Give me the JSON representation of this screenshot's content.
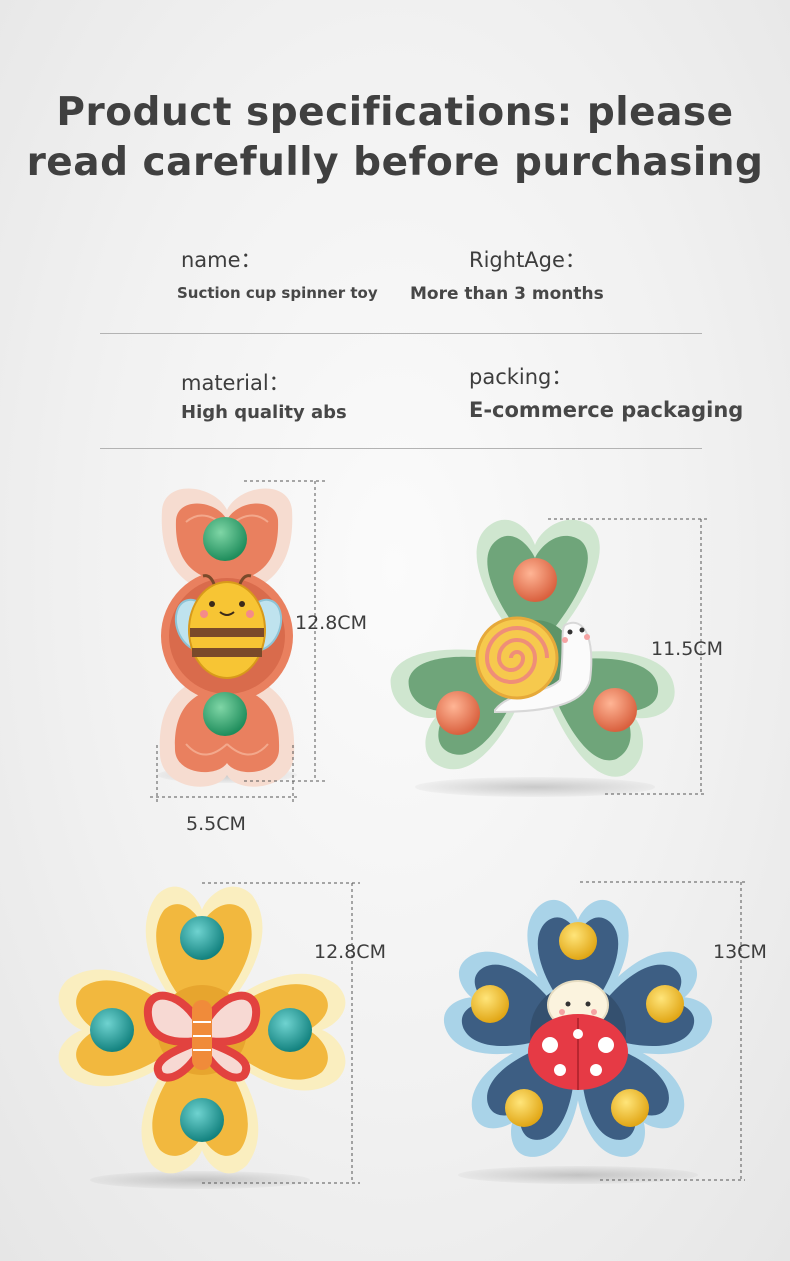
{
  "title": {
    "line1": "Product specifications: please",
    "line2": "read carefully before purchasing"
  },
  "specs": {
    "name_label": "name：",
    "name_value": "Suction cup spinner toy",
    "age_label": "RightAge：",
    "age_value": "More than 3 months",
    "material_label": "material：",
    "material_value": "High quality abs",
    "packing_label": "packing：",
    "packing_value": "E-commerce packaging"
  },
  "products": {
    "bee": {
      "height": "12.8CM",
      "width": "5.5CM",
      "petal_color": "#e9805f",
      "base_color": "#f6dcd0"
    },
    "snail": {
      "height": "11.5CM",
      "petal_color": "#6fa57a",
      "base_color": "#cfe6cf"
    },
    "butterfly": {
      "height": "12.8CM",
      "petal_color": "#f2b83e",
      "base_color": "#faeebf"
    },
    "ladybug": {
      "height": "13CM",
      "petal_color": "#3d5e83",
      "base_color": "#a9d3e8"
    }
  }
}
